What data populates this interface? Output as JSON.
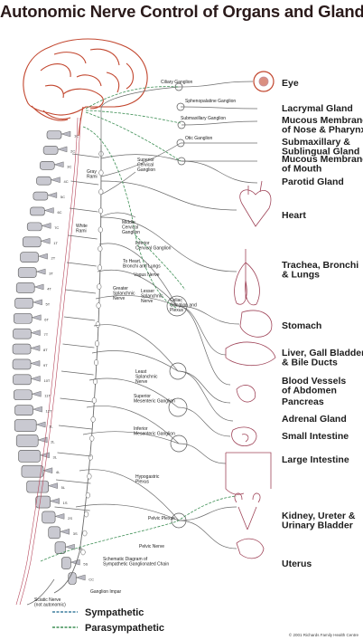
{
  "title": "Autonomic Nerve Control of Organs and Glands",
  "organs": [
    {
      "lines": [
        "Eye"
      ]
    },
    {
      "lines": [
        "Lacrymal Gland"
      ]
    },
    {
      "lines": [
        "Mucous Membrane",
        "of Nose & Pharynx"
      ]
    },
    {
      "lines": [
        "Submaxillary &",
        "Sublingual Gland"
      ]
    },
    {
      "lines": [
        "Mucous Membrane",
        "of Mouth"
      ]
    },
    {
      "lines": [
        "Parotid Gland"
      ]
    },
    {
      "lines": [
        "Heart"
      ]
    },
    {
      "lines": [
        "Trachea, Bronchi",
        "& Lungs"
      ]
    },
    {
      "lines": [
        "Stomach"
      ]
    },
    {
      "lines": [
        "Liver, Gall Bladder",
        "& Bile Ducts"
      ]
    },
    {
      "lines": [
        "Blood Vessels",
        "of Abdomen"
      ]
    },
    {
      "lines": [
        "Pancreas"
      ]
    },
    {
      "lines": [
        "Adrenal Gland"
      ]
    },
    {
      "lines": [
        "Small Intestine"
      ]
    },
    {
      "lines": [
        "Large Intestine"
      ]
    },
    {
      "lines": [
        "Kidney, Ureter &",
        "Urinary Bladder"
      ]
    },
    {
      "lines": [
        "Uterus"
      ]
    }
  ],
  "labels": [
    {
      "lines": [
        "Ciliary Ganglion"
      ]
    },
    {
      "lines": [
        "Sphenopalatine Ganglion"
      ]
    },
    {
      "lines": [
        "Submaxillary Ganglion"
      ]
    },
    {
      "lines": [
        "Otic Ganglion"
      ]
    },
    {
      "lines": [
        "Superior",
        "Cervical",
        "Ganglion"
      ]
    },
    {
      "lines": [
        "Gray",
        "Rami"
      ]
    },
    {
      "lines": [
        "White",
        "Rami"
      ]
    },
    {
      "lines": [
        "Middle",
        "Cervical",
        "Ganglion"
      ]
    },
    {
      "lines": [
        "Inferior",
        "Cervical Ganglion"
      ]
    },
    {
      "lines": [
        "To Heart,",
        "Bronchi and Lungs"
      ]
    },
    {
      "lines": [
        "Vagus Nerve"
      ]
    },
    {
      "lines": [
        "Greater",
        "Splanchnic",
        "Nerve"
      ]
    },
    {
      "lines": [
        "Lesser",
        "Splanchnic",
        "Nerve"
      ]
    },
    {
      "lines": [
        "Celiac",
        "Ganglion and",
        "Plexus"
      ]
    },
    {
      "lines": [
        "Least",
        "Splanchnic",
        "Nerve"
      ]
    },
    {
      "lines": [
        "Superior",
        "Mesenteric Ganglion"
      ]
    },
    {
      "lines": [
        "Inferior",
        "Mesenteric Ganglion"
      ]
    },
    {
      "lines": [
        "Hypogastric",
        "Plexus"
      ]
    },
    {
      "lines": [
        "Pelvic Plexus"
      ]
    },
    {
      "lines": [
        "Pelvic Nerve"
      ]
    },
    {
      "lines": [
        "Schematic Diagram of",
        "Sympathetic Ganglionated Chain"
      ]
    },
    {
      "lines": [
        "Ganglion Impar"
      ]
    },
    {
      "lines": [
        "Sciatic Nerve",
        "(not autonomic)"
      ]
    }
  ],
  "vertebrae": [
    "1C",
    "2C",
    "3C",
    "4C",
    "5C",
    "6C",
    "7C",
    "1T",
    "2T",
    "3T",
    "4T",
    "5T",
    "6T",
    "7T",
    "8T",
    "9T",
    "10T",
    "11T",
    "12T",
    "1L",
    "2L",
    "3L",
    "4L",
    "5L",
    "1S",
    "2S",
    "3S",
    "4S",
    "5S",
    "CC"
  ],
  "legend": [
    {
      "label": "Sympathetic",
      "color": "#3e7f9e"
    },
    {
      "label": "Parasympathetic",
      "color": "#3e8f55"
    }
  ],
  "copyright": "© 2001 Richards Family Health Centre",
  "colors": {
    "nerve": "#6b6b6b",
    "parasympathetic": "#3e8f55",
    "sympathetic": "#3e7f9e",
    "brain": "#c2462e",
    "spinal_cord": "#b6455a",
    "bone": "#c9c9d1"
  }
}
